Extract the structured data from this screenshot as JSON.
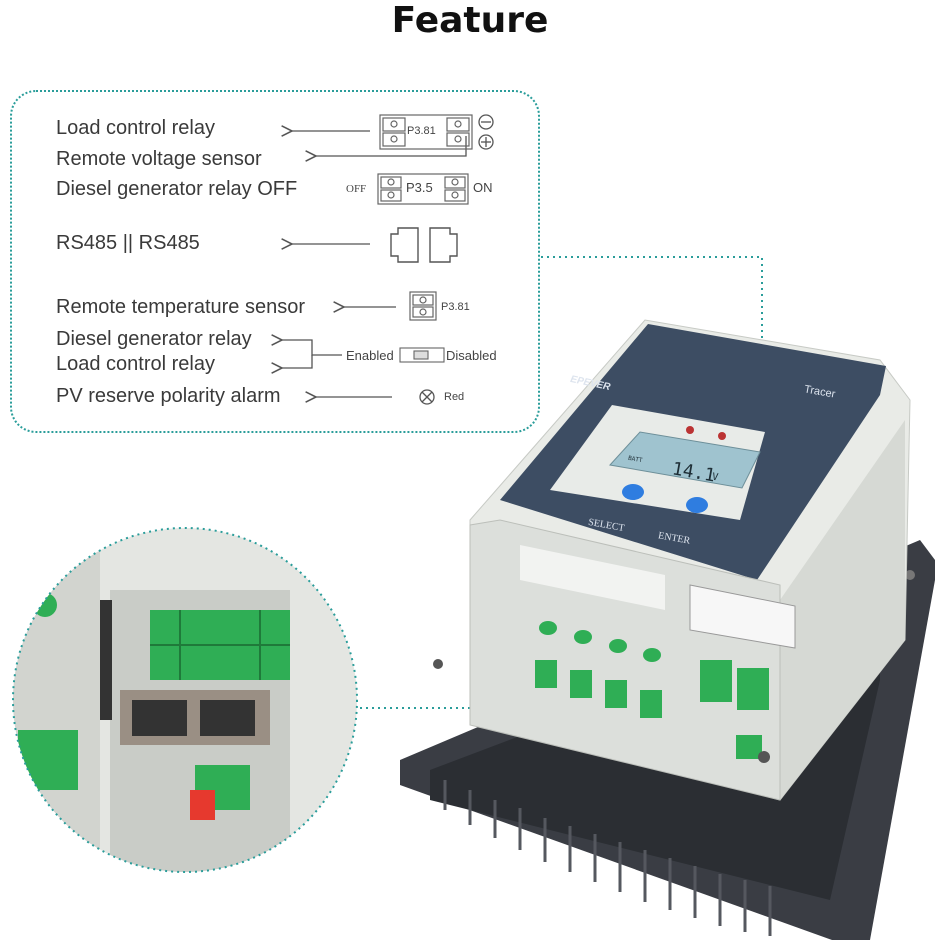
{
  "title": "Feature",
  "labels": {
    "load_control_relay": "Load control relay",
    "remote_voltage_sensor": "Remote voltage sensor",
    "diesel_relay_off": "Diesel generator relay OFF",
    "rs485": "RS485 || RS485",
    "remote_temp_sensor": "Remote temperature sensor",
    "diesel_generator_relay": "Diesel generator relay",
    "load_control_relay_2": "Load control relay",
    "pv_reverse_alarm": "PV reserve polarity alarm"
  },
  "markers": {
    "p381_top": "P3.81",
    "off": "OFF",
    "p35": "P3.5",
    "on": "ON",
    "p381_temp": "P3.81",
    "enabled": "Enabled",
    "disabled": "Disabled",
    "red": "Red"
  },
  "device": {
    "brand": "EPEVER",
    "model": "Tracer",
    "select_label": "SELECT",
    "enter_label": "ENTER",
    "lcd_value": "14.1",
    "lcd_unit": "V",
    "batt_label": "BATT"
  },
  "colors": {
    "accent": "#2a9d9a",
    "panel": "#3d4d63",
    "terminal_green": "#2fae55",
    "button_blue": "#2f7de0"
  }
}
